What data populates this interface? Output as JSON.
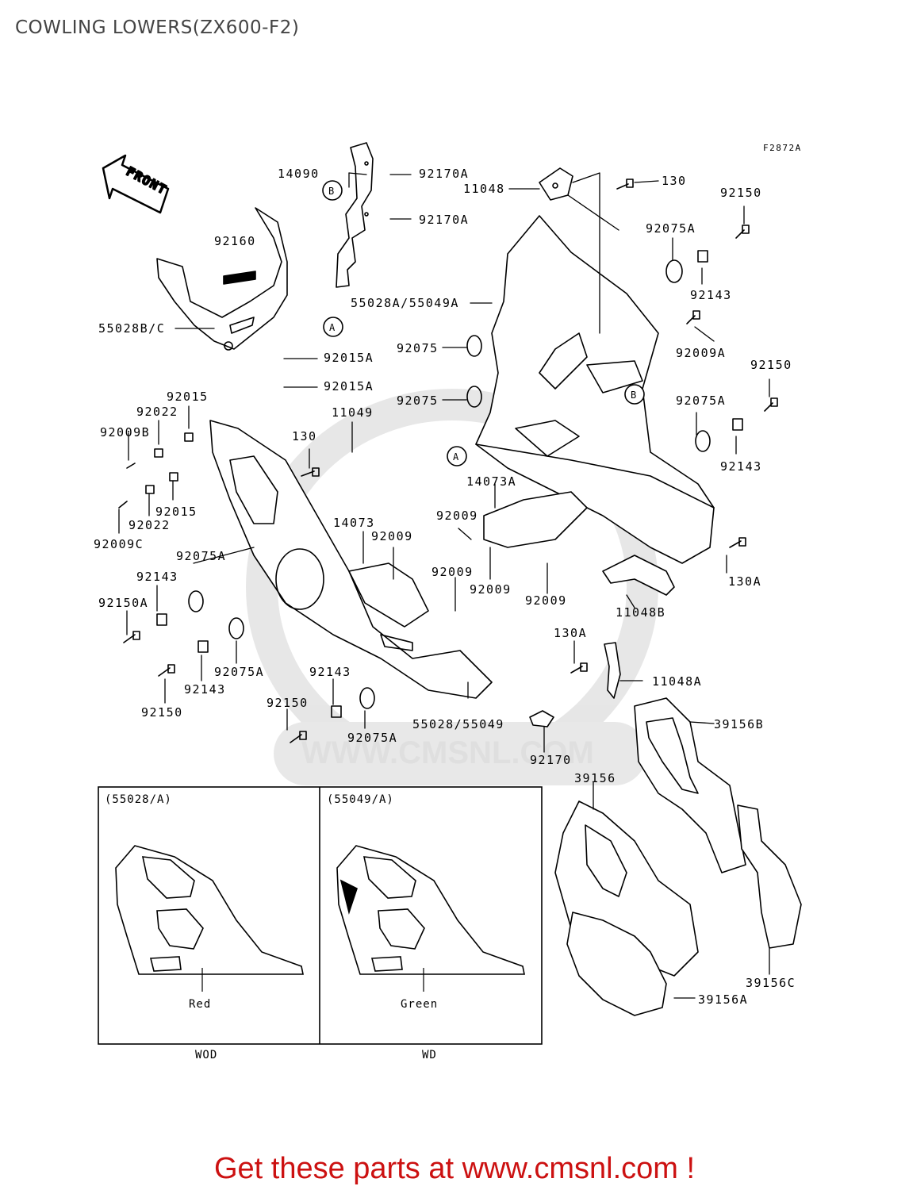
{
  "title": "COWLING LOWERS(ZX600-F2)",
  "diagram_code": "F2872A",
  "front_label": "FRONT",
  "watermark": "WWW.CMSNL.COM",
  "parts": {
    "p14090": "14090",
    "p92170A_1": "92170A",
    "p92170A_2": "92170A",
    "p11048": "11048",
    "p130_top": "130",
    "p92150_tr": "92150",
    "p92075A_tr": "92075A",
    "p92143_tr": "92143",
    "p92160": "92160",
    "p55028A_55049A": "55028A/55049A",
    "p55028BC": "55028B/C",
    "p92015A_1": "92015A",
    "p92015A_2": "92015A",
    "p92075_1": "92075",
    "p92075_2": "92075",
    "p92009A": "92009A",
    "p92150_r": "92150",
    "p92075A_r": "92075A",
    "p92143_r": "92143",
    "p92015_1": "92015",
    "p92022_1": "92022",
    "p92009B": "92009B",
    "p130_mid": "130",
    "p11049": "11049",
    "p92015_2": "92015",
    "p92022_2": "92022",
    "p92009C": "92009C",
    "p14073A": "14073A",
    "p14073": "14073",
    "p92009_a": "92009",
    "p92009_b": "92009",
    "p92009_c": "92009",
    "p92009_d": "92009",
    "p92009_e": "92009",
    "p92075A_l": "92075A",
    "p92143_l": "92143",
    "p92150A": "92150A",
    "p130A": "130A",
    "p11048B": "11048B",
    "p130A_2": "130A",
    "p11048A": "11048A",
    "p92075A_b": "92075A",
    "p92143_b": "92143",
    "p92150_b": "92150",
    "p92143_c": "92143",
    "p92150_c": "92150",
    "p92075A_c": "92075A",
    "p55028_55049": "55028/55049",
    "p92170": "92170",
    "p39156B": "39156B",
    "p39156": "39156",
    "p39156C": "39156C",
    "p39156A": "39156A"
  },
  "refs": {
    "A": "A",
    "B": "B"
  },
  "variants": [
    {
      "header": "(55028/A)",
      "color": "Red",
      "code": "WOD"
    },
    {
      "header": "(55049/A)",
      "color": "Green",
      "code": "WD"
    }
  ],
  "footer": "Get these parts at www.cmsnl.com !"
}
